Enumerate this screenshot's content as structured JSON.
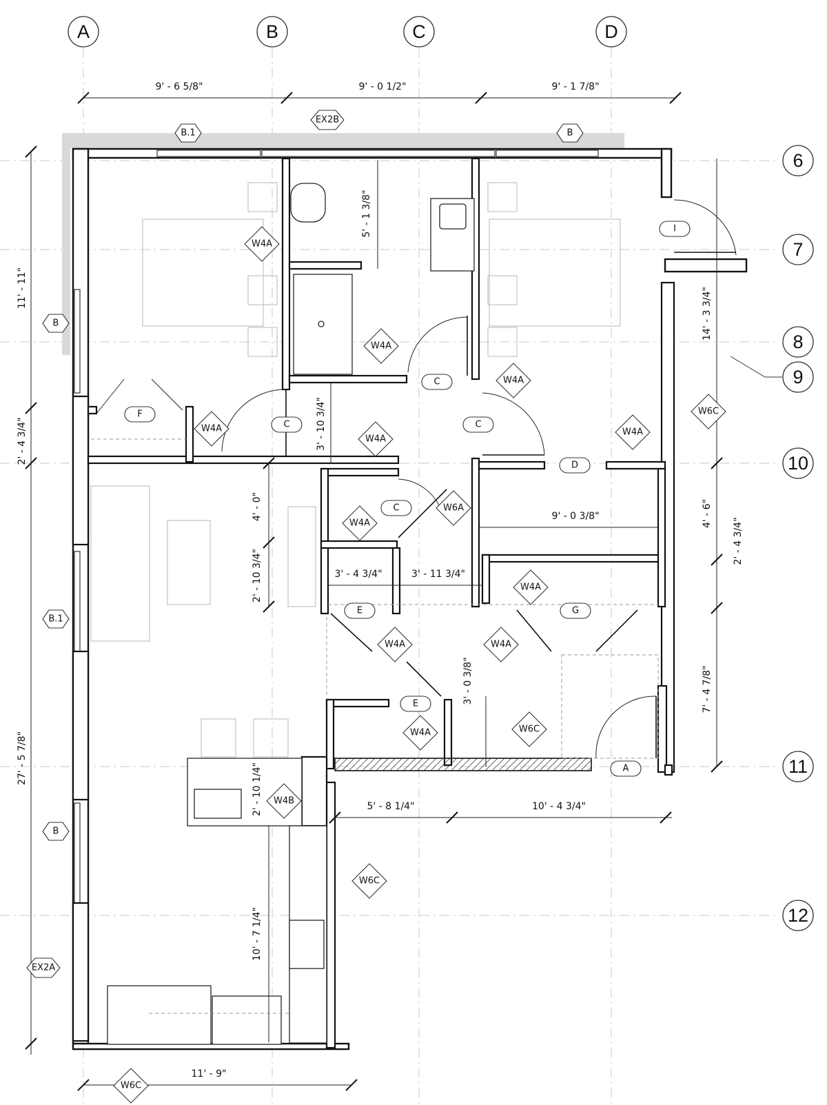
{
  "grid_columns": [
    "A",
    "B",
    "C",
    "D"
  ],
  "grid_rows": [
    "6",
    "7",
    "8",
    "9",
    "10",
    "11",
    "12"
  ],
  "dimensions": [
    "9' - 6 5/8\"",
    "9' - 0 1/2\"",
    "9' - 1 7/8\"",
    "11' - 11\"",
    "2' - 4 3/4\"",
    "27' - 5 7/8\"",
    "5' - 1 3/8\"",
    "3' - 10 3/4\"",
    "4' - 0\"",
    "2' - 10 3/4\"",
    "3' - 4 3/4\"",
    "3' - 11 3/4\"",
    "9' - 0 3/8\"",
    "14' - 3 3/4\"",
    "4' - 6\"",
    "2' - 4 3/4\"",
    "7' - 4 7/8\"",
    "3' - 0 3/8\"",
    "2' - 10 1/4\"",
    "5' - 8 1/4\"",
    "10' - 4 3/4\"",
    "10' - 7 1/4\"",
    "11' - 9\""
  ],
  "wall_tags": [
    "W4A",
    "W4A",
    "W4A",
    "W4A",
    "W4A",
    "W4A",
    "W4A",
    "W4A",
    "W4A",
    "W4A",
    "W4A",
    "W6C",
    "W6C",
    "W6A",
    "W4B",
    "W6C",
    "W6C"
  ],
  "exterior_tags": [
    "EX2B",
    "B.1",
    "B",
    "B",
    "B.1",
    "B",
    "EX2A"
  ],
  "door_tags": [
    "I",
    "C",
    "F",
    "C",
    "C",
    "D",
    "C",
    "E",
    "G",
    "E",
    "A"
  ],
  "colors": {
    "line": "#111111",
    "grid": "#c9c9c9",
    "exterior_band": "#d9d9d9",
    "furniture": "#bdbdbd"
  }
}
